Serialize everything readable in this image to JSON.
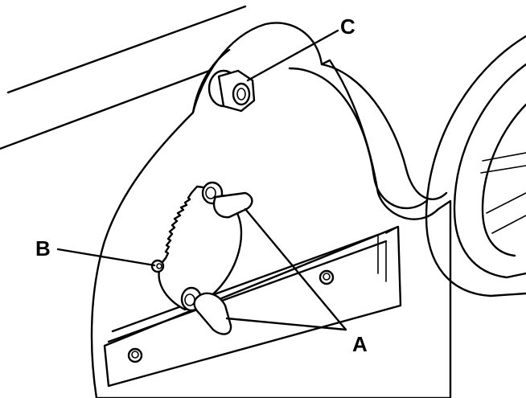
{
  "diagram": {
    "callouts": {
      "a": "A",
      "b": "B",
      "c": "C"
    },
    "line_color": "#000000",
    "background_color": "#ffffff"
  }
}
